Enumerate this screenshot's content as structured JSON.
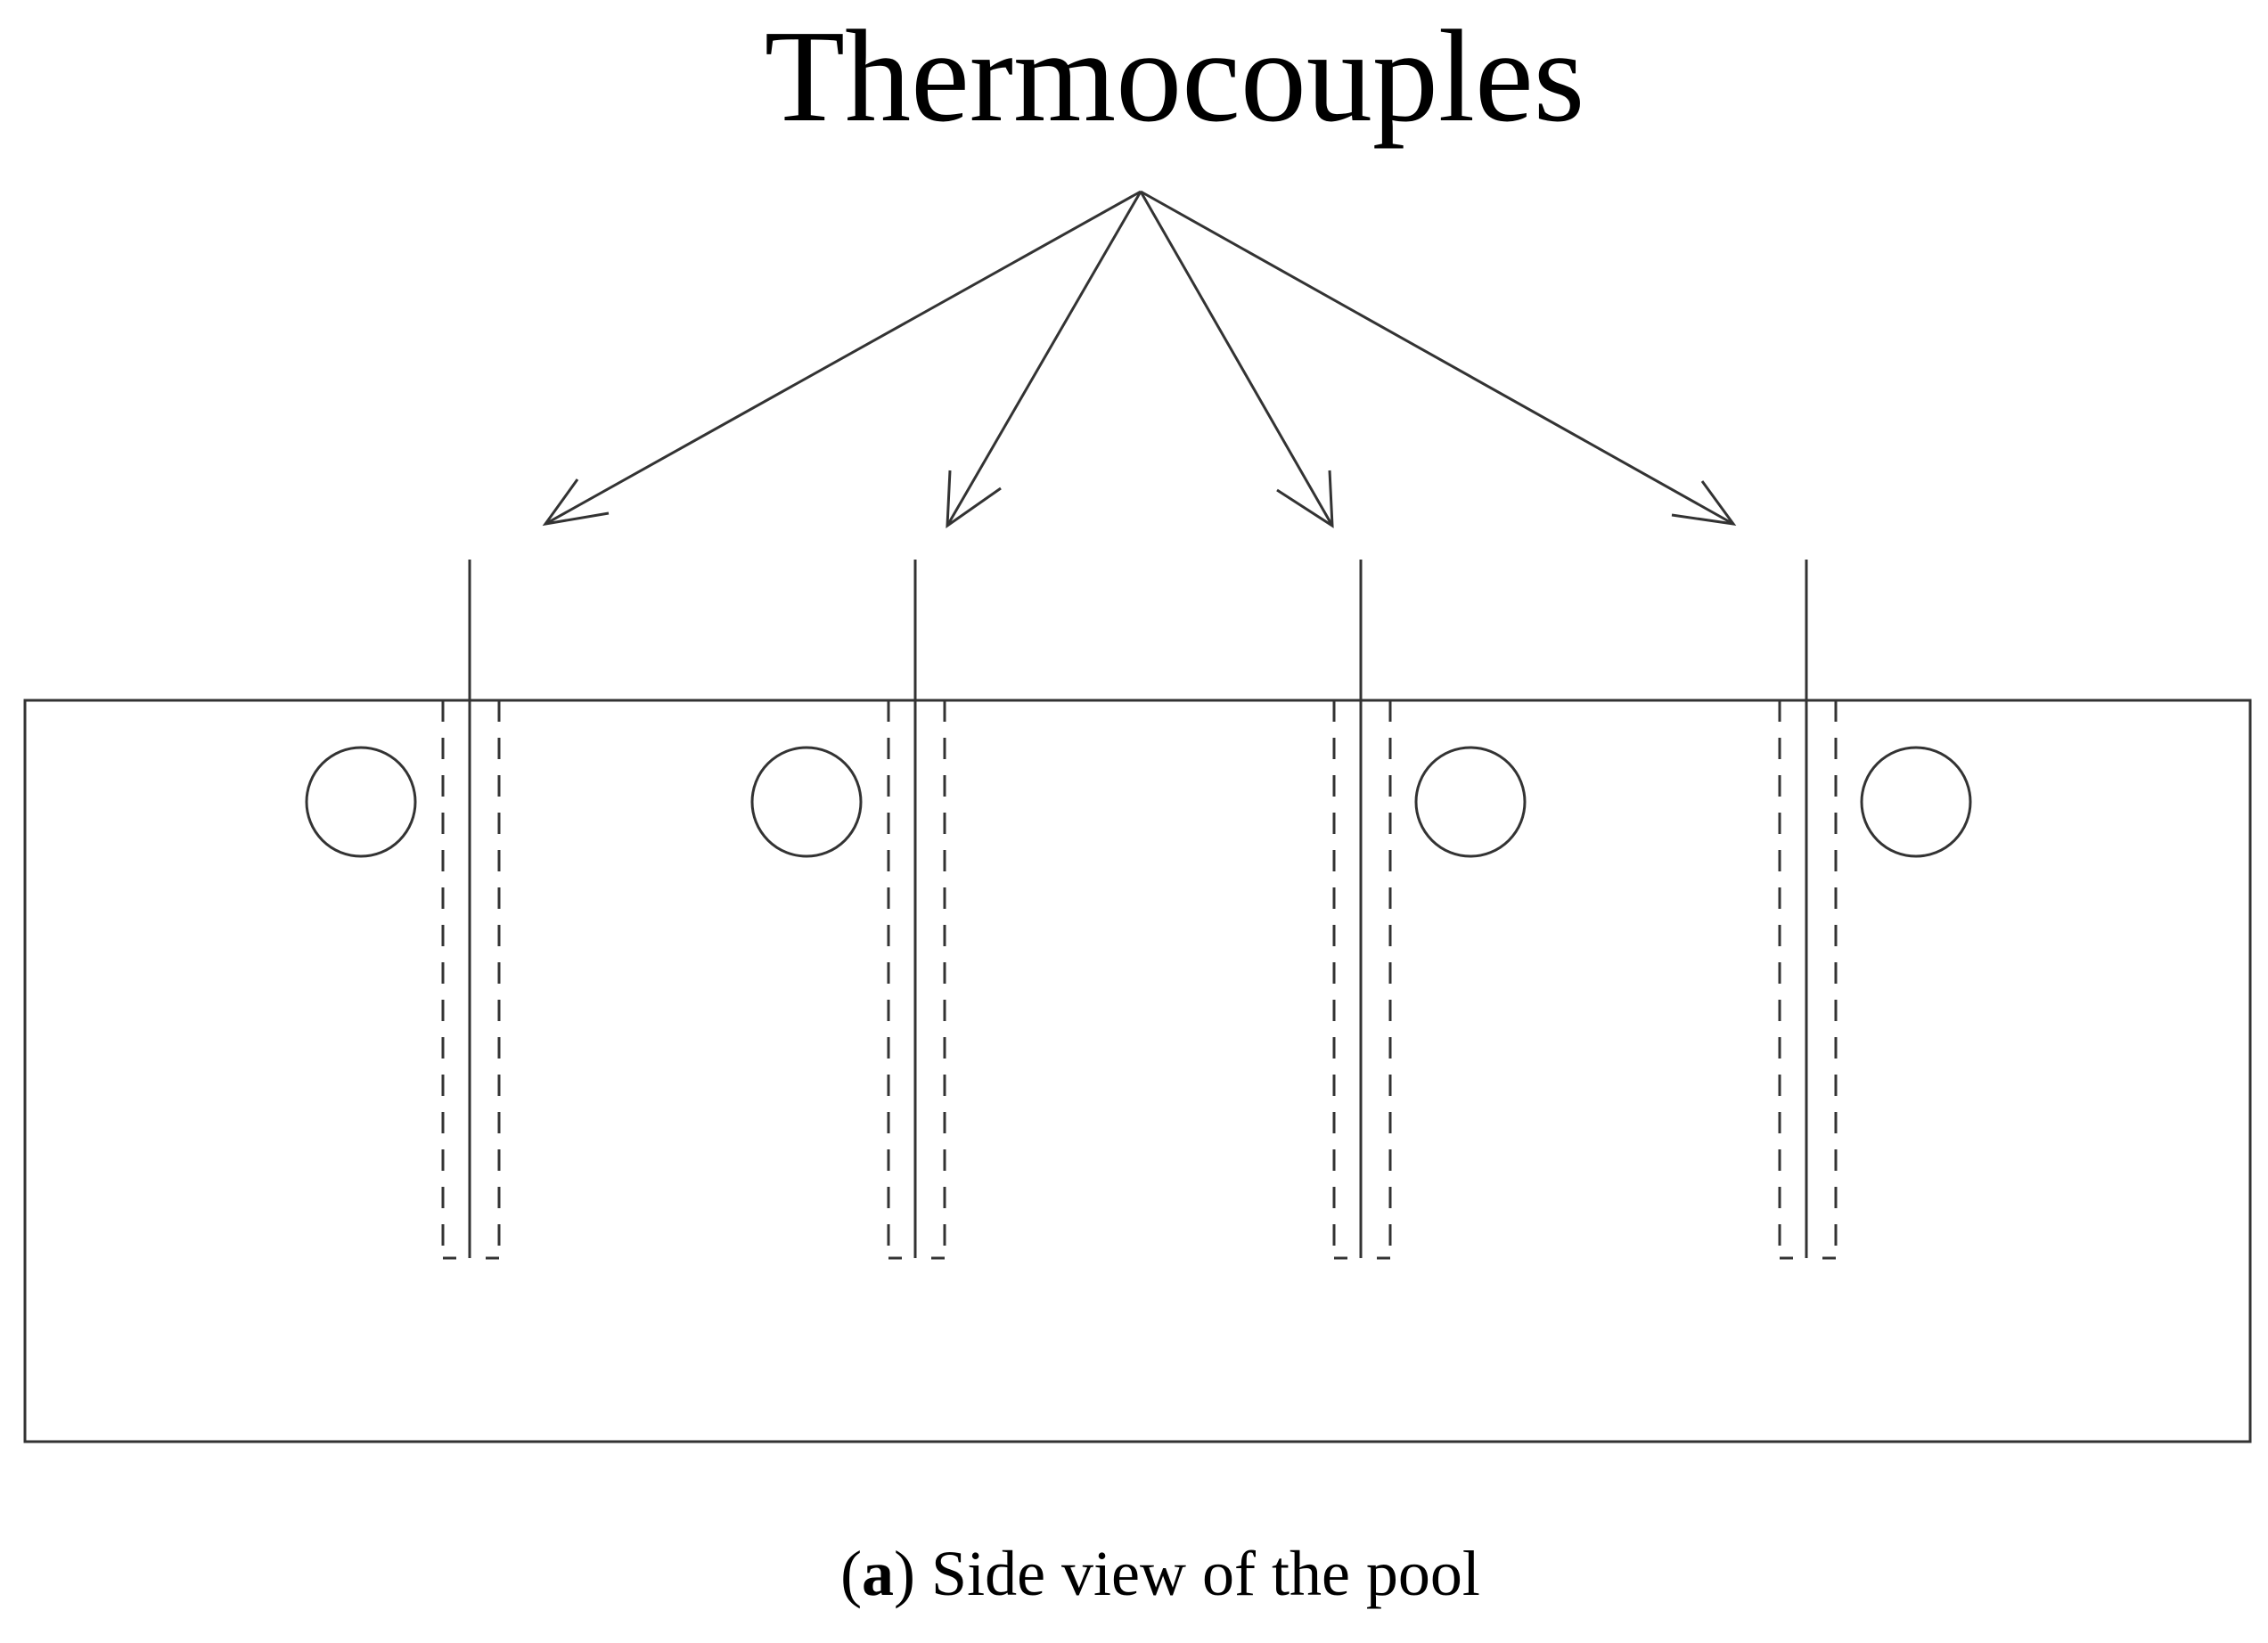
{
  "diagram": {
    "title": "Thermocouples",
    "caption": {
      "open_paren": "(",
      "label": "a",
      "close_paren_and_text": ") Side view of the pool"
    },
    "thermocouple_count": 4,
    "circle_count": 4,
    "stroke_color": "#333333"
  }
}
